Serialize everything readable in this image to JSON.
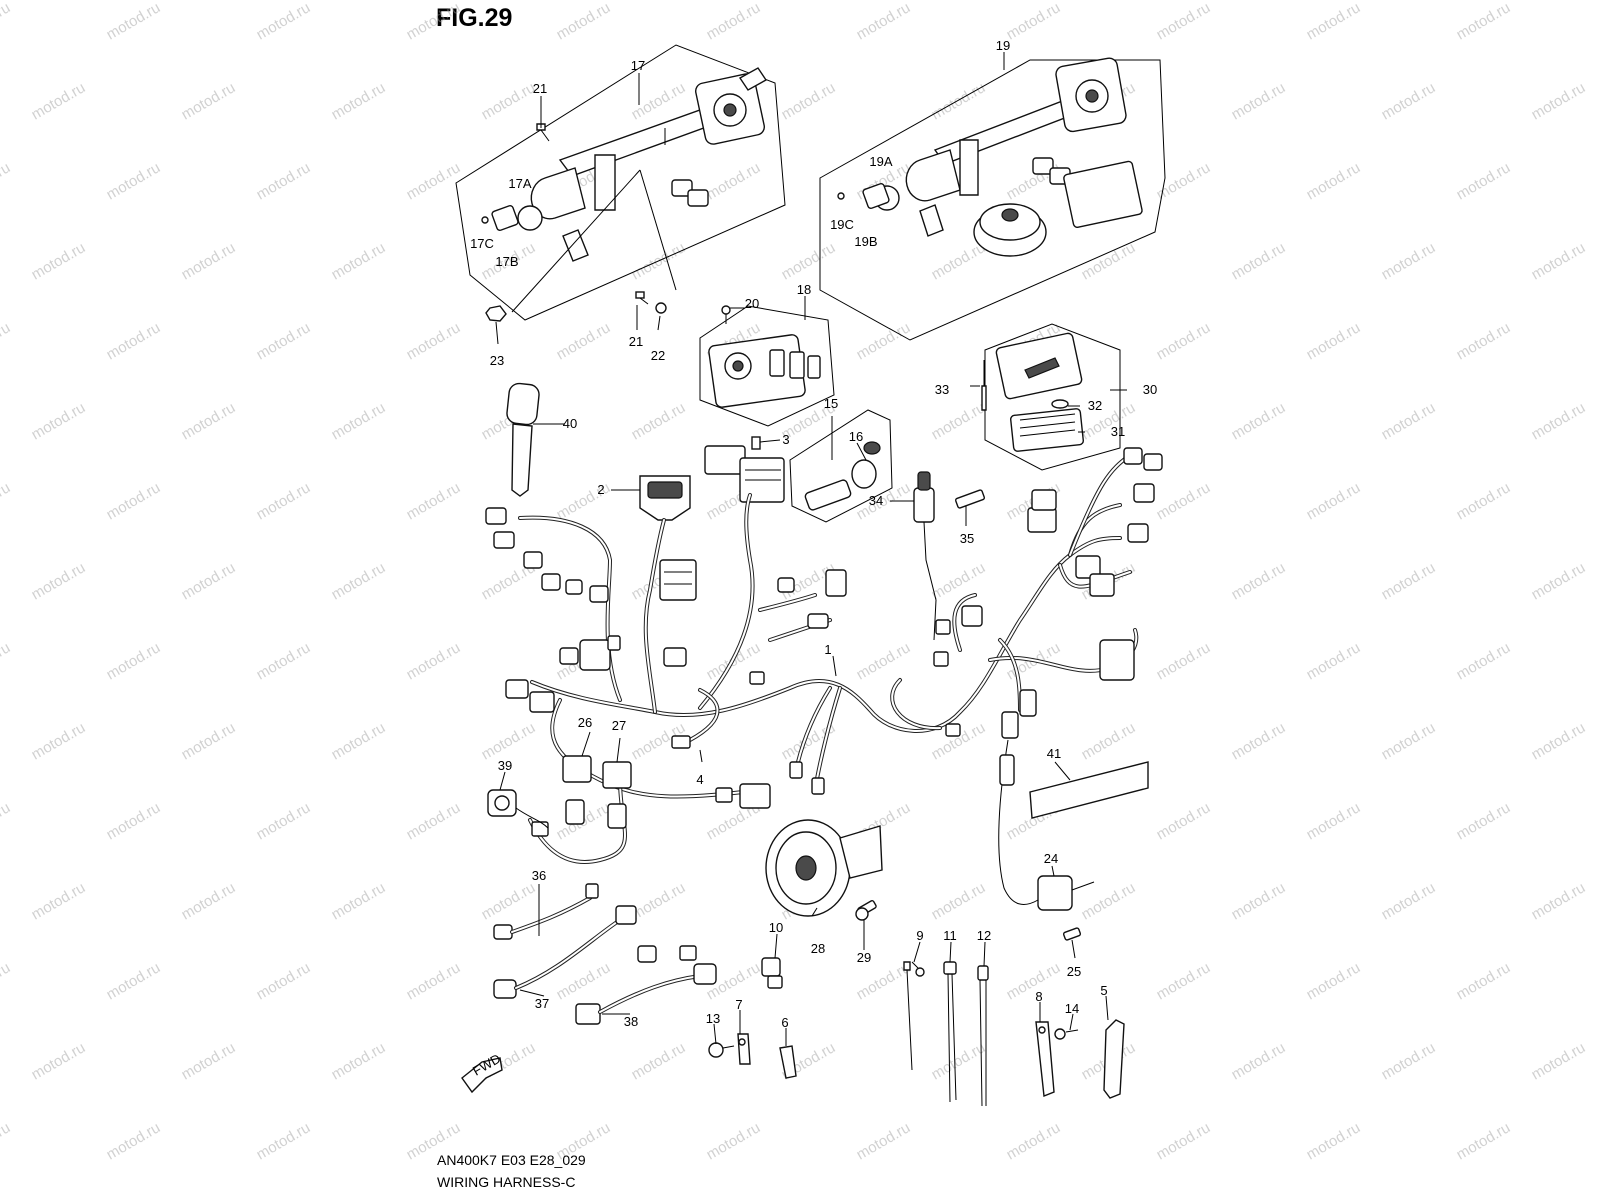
{
  "figure": {
    "title": "FIG.29",
    "code": "AN400K7 E03 E28_029",
    "caption": "WIRING HARNESS-C"
  },
  "watermark": "motod.ru",
  "fwd_label": "FWD",
  "callouts": [
    {
      "id": "c-1",
      "label": "1"
    },
    {
      "id": "c-2",
      "label": "2"
    },
    {
      "id": "c-3",
      "label": "3"
    },
    {
      "id": "c-4",
      "label": "4"
    },
    {
      "id": "c-5",
      "label": "5"
    },
    {
      "id": "c-6",
      "label": "6"
    },
    {
      "id": "c-7",
      "label": "7"
    },
    {
      "id": "c-8",
      "label": "8"
    },
    {
      "id": "c-9",
      "label": "9"
    },
    {
      "id": "c-10",
      "label": "10"
    },
    {
      "id": "c-11",
      "label": "11"
    },
    {
      "id": "c-12",
      "label": "12"
    },
    {
      "id": "c-13",
      "label": "13"
    },
    {
      "id": "c-14",
      "label": "14"
    },
    {
      "id": "c-15",
      "label": "15"
    },
    {
      "id": "c-16",
      "label": "16"
    },
    {
      "id": "c-17",
      "label": "17"
    },
    {
      "id": "c-17a",
      "label": "17A"
    },
    {
      "id": "c-17b",
      "label": "17B"
    },
    {
      "id": "c-17c",
      "label": "17C"
    },
    {
      "id": "c-18",
      "label": "18"
    },
    {
      "id": "c-19",
      "label": "19"
    },
    {
      "id": "c-19a",
      "label": "19A"
    },
    {
      "id": "c-19b",
      "label": "19B"
    },
    {
      "id": "c-19c",
      "label": "19C"
    },
    {
      "id": "c-20",
      "label": "20"
    },
    {
      "id": "c-21a",
      "label": "21"
    },
    {
      "id": "c-21b",
      "label": "21"
    },
    {
      "id": "c-22",
      "label": "22"
    },
    {
      "id": "c-23",
      "label": "23"
    },
    {
      "id": "c-24",
      "label": "24"
    },
    {
      "id": "c-25",
      "label": "25"
    },
    {
      "id": "c-26",
      "label": "26"
    },
    {
      "id": "c-27",
      "label": "27"
    },
    {
      "id": "c-28",
      "label": "28"
    },
    {
      "id": "c-29",
      "label": "29"
    },
    {
      "id": "c-30",
      "label": "30"
    },
    {
      "id": "c-31",
      "label": "31"
    },
    {
      "id": "c-32",
      "label": "32"
    },
    {
      "id": "c-33",
      "label": "33"
    },
    {
      "id": "c-34",
      "label": "34"
    },
    {
      "id": "c-35",
      "label": "35"
    },
    {
      "id": "c-36",
      "label": "36"
    },
    {
      "id": "c-37",
      "label": "37"
    },
    {
      "id": "c-38",
      "label": "38"
    },
    {
      "id": "c-39",
      "label": "39"
    },
    {
      "id": "c-40",
      "label": "40"
    },
    {
      "id": "c-41",
      "label": "41"
    }
  ]
}
